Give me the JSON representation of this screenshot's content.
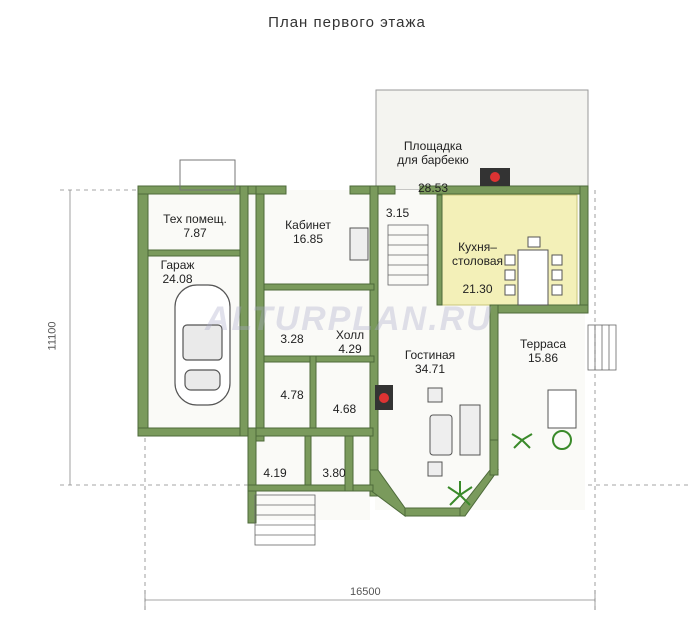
{
  "title": "План первого этажа",
  "watermark": "ALTURPLAN.RU",
  "dimensions": {
    "width": "16500",
    "height": "11100"
  },
  "rooms": {
    "tech": {
      "name": "Тех помещ.",
      "area": "7.87"
    },
    "garage": {
      "name": "Гараж",
      "area": "24.08"
    },
    "office": {
      "name": "Кабинет",
      "area": "16.85"
    },
    "bbq": {
      "name": "Площадка\nдля барбекю",
      "area": "28.53"
    },
    "stairs": {
      "area": "3.15"
    },
    "kitchen": {
      "name": "Кухня–\nстоловая",
      "area": "21.30"
    },
    "bath": {
      "area": "3.28"
    },
    "hall": {
      "name": "Холл",
      "area": "4.29"
    },
    "living": {
      "name": "Гостиная",
      "area": "34.71"
    },
    "terrace": {
      "name": "Терраса",
      "area": "15.86"
    },
    "closet1": {
      "area": "4.78"
    },
    "closet2": {
      "area": "4.68"
    },
    "vest1": {
      "area": "4.19"
    },
    "vest2": {
      "area": "3.80"
    }
  },
  "colors": {
    "wall": "#7a9a5c",
    "wall_edge": "#4d6a3a",
    "kitchen_fill": "#f3f0b8",
    "floor": "#f7f7f2"
  },
  "icons": [
    "car-icon",
    "fireplace-icon",
    "plant-icon",
    "dining-table-icon",
    "sofa-icon",
    "stairs-icon"
  ]
}
